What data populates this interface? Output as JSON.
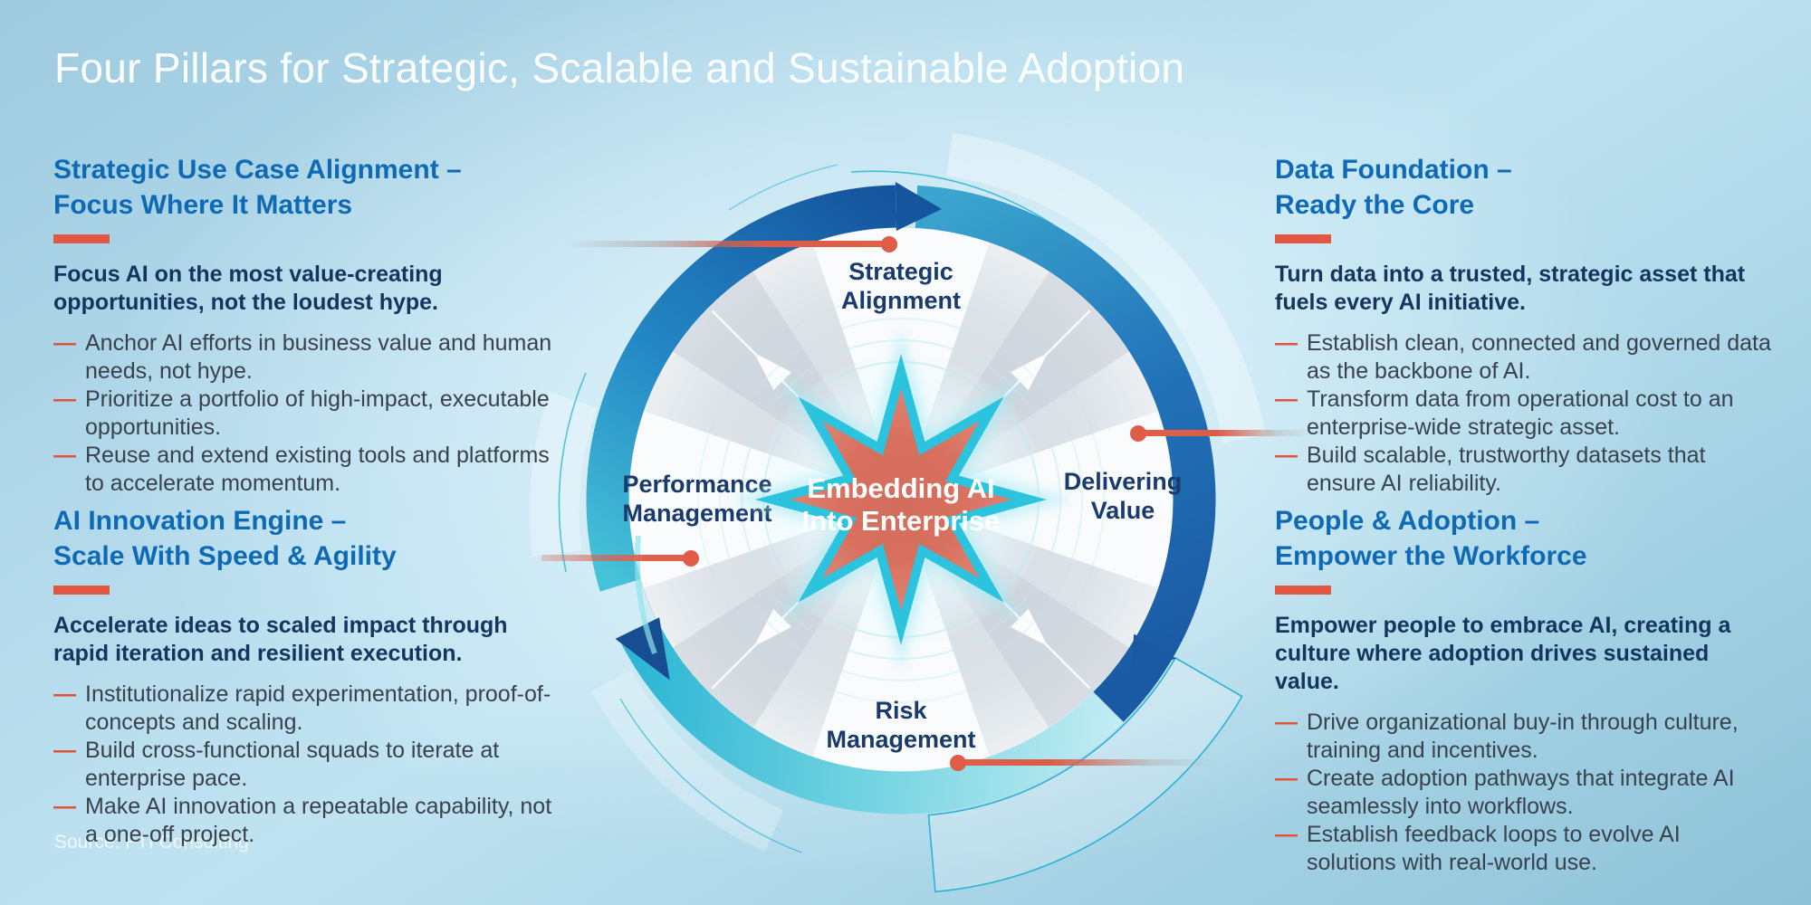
{
  "title": "Four Pillars for Strategic, Scalable and Sustainable Adoption",
  "source": "Source: FTI Consulting",
  "ui": {
    "bullet_dash": "—"
  },
  "colors": {
    "accent_red": "#e25742",
    "heading_blue": "#0f6ab5",
    "intro_navy": "#14355e",
    "body_text": "#39424d",
    "label_navy": "#1a3a6c",
    "star_fill": "#d96654",
    "star_border": "#2bc3de",
    "ring_blue": "#1a5ca5",
    "ring_teal": "#2db6d4",
    "background": "#aed6e8",
    "title_white": "#fcffff"
  },
  "pillars": [
    {
      "heading1": "Strategic Use Case Alignment –",
      "heading2": "Focus Where It Matters",
      "intro": "Focus AI on the most value-creating opportunities, not the loudest hype.",
      "bullets": [
        "Anchor AI efforts in business value and human needs, not hype.",
        "Prioritize a portfolio of high-impact, executable opportunities.",
        "Reuse and extend existing tools and platforms to accelerate momentum."
      ]
    },
    {
      "heading1": "AI Innovation Engine –",
      "heading2": "Scale With Speed & Agility",
      "intro": "Accelerate ideas to scaled impact through rapid iteration and resilient execution.",
      "bullets": [
        "Institutionalize rapid experimentation, proof-of-concepts and scaling.",
        "Build cross-functional squads to iterate at enterprise pace.",
        "Make AI innovation a repeatable capability, not a one-off project."
      ]
    },
    {
      "heading1": "Data Foundation –",
      "heading2": "Ready the Core",
      "intro": "Turn data into a trusted, strategic asset that fuels every AI initiative.",
      "bullets": [
        "Establish clean, connected and governed data as the backbone of AI.",
        "Transform data from operational cost to an enterprise-wide strategic asset.",
        "Build scalable, trustworthy datasets that ensure AI reliability."
      ]
    },
    {
      "heading1": "People & Adoption –",
      "heading2": "Empower the Workforce",
      "intro": "Empower people to embrace AI, creating a culture where adoption drives sustained value.",
      "bullets": [
        "Drive organizational buy-in through culture, training and incentives.",
        "Create adoption pathways that integrate AI seamlessly into workflows.",
        "Establish feedback loops to evolve AI solutions with real-world use."
      ]
    }
  ],
  "diagram": {
    "center": {
      "line1": "Embedding AI",
      "line2": "Into Enterprise"
    },
    "labels": [
      {
        "line1": "Strategic",
        "line2": "Alignment"
      },
      {
        "line1": "Delivering",
        "line2": "Value"
      },
      {
        "line1": "Risk",
        "line2": "Management"
      },
      {
        "line1": "Performance",
        "line2": "Management"
      }
    ]
  }
}
